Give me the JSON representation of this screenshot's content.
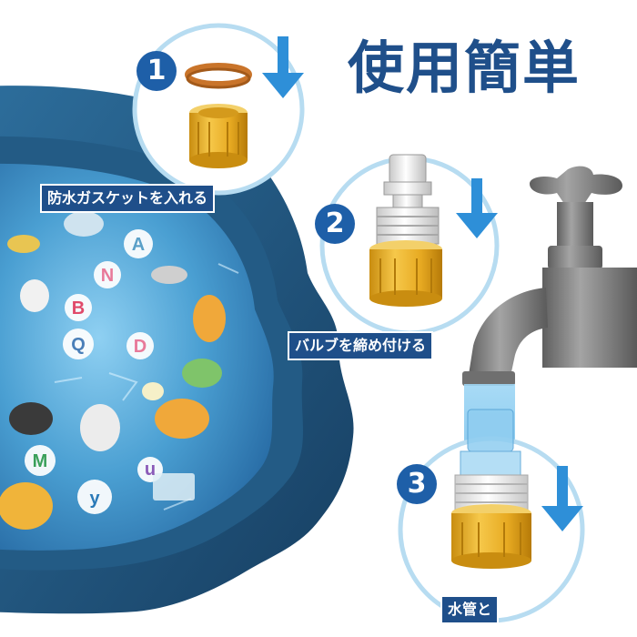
{
  "title": "使用簡単",
  "steps": [
    {
      "number": "1",
      "caption": "防水ガスケットを入れる"
    },
    {
      "number": "2",
      "caption": "バルブを締め付ける"
    },
    {
      "number": "3",
      "caption": "水管と"
    }
  ],
  "mat_letters": [
    "A",
    "N",
    "B",
    "Q",
    "D",
    "M",
    "u",
    "y"
  ],
  "colors": {
    "title": "#1f4f8a",
    "badge": "#1e5fa8",
    "caption_bg": "#1f4f8a",
    "arrow": "#2e8fd8",
    "pool_rim": "#1f5a86",
    "pool_water": "#3f8fc6",
    "connector_gold": "#e9b42a",
    "faucet": "#7d7d7d"
  }
}
